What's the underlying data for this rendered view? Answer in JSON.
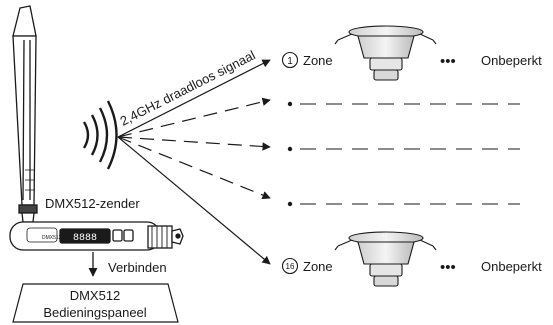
{
  "signal": {
    "label": "2,4GHz draadloos signaal"
  },
  "transmitter": {
    "label": "DMX512-zender",
    "device_text": "DMX512-SA",
    "display_digits": "8888"
  },
  "connect": {
    "label": "Verbinden"
  },
  "panel": {
    "line1": "DMX512",
    "line2": "Bedieningspaneel"
  },
  "zones": [
    {
      "number": "1",
      "label": "Zone",
      "unlimited": "Onbeperkt",
      "dots": "•••"
    },
    {
      "number": "16",
      "label": "Zone",
      "unlimited": "Onbeperkt",
      "dots": "•••"
    }
  ],
  "colors": {
    "line": "#1a1a1a",
    "device_fill": "#ffffff",
    "display": "#1a1a1a"
  }
}
